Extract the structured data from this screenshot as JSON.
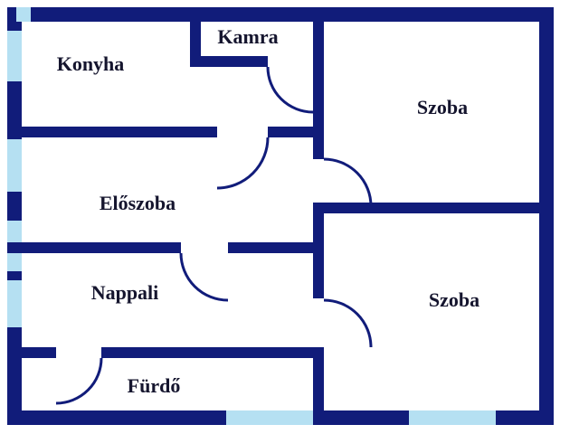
{
  "floorplan": {
    "rooms": [
      {
        "id": "konyha",
        "label": "Konyha"
      },
      {
        "id": "kamra",
        "label": "Kamra"
      },
      {
        "id": "szoba-felso",
        "label": "Szoba"
      },
      {
        "id": "eloszoba",
        "label": "Előszoba"
      },
      {
        "id": "nappali",
        "label": "Nappali"
      },
      {
        "id": "furdo",
        "label": "Fürdő"
      },
      {
        "id": "szoba-also",
        "label": "Szoba"
      }
    ],
    "colors": {
      "wall": "#111c7a",
      "window": "#b5e0f2",
      "background": "#ffffff",
      "label": "#15152e"
    }
  }
}
